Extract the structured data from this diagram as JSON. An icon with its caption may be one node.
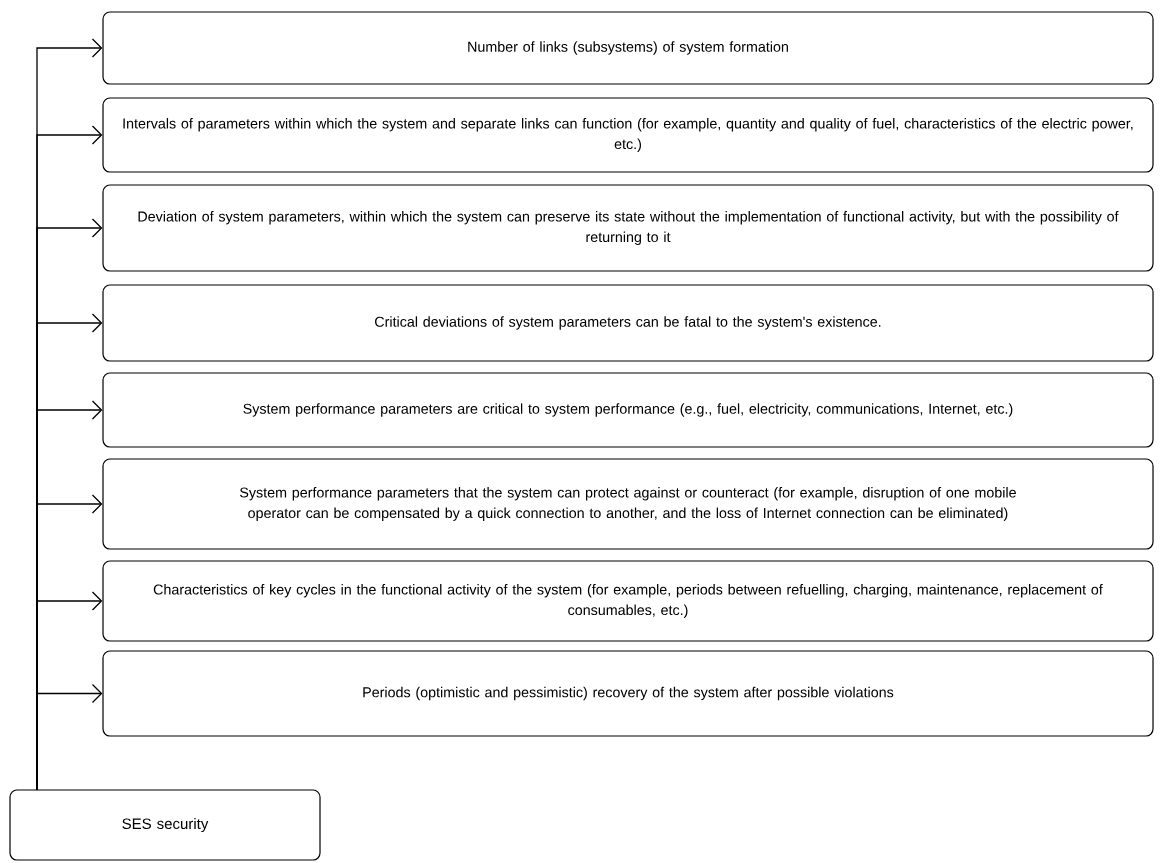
{
  "diagram": {
    "nodes": [
      {
        "text": [
          "Number of links (subsystems) of system formation"
        ]
      },
      {
        "text": [
          "Intervals of parameters within which the system and separate links can function (for example, quantity and quality of fuel, characteristics of the electric power, etc.)"
        ]
      },
      {
        "text": [
          "Deviation of system parameters, within which the system can preserve its state without the implementation of functional activity, but with the possibility of returning to it"
        ]
      },
      {
        "text": [
          "Critical deviations of system parameters can be fatal to the system's existence."
        ]
      },
      {
        "text": [
          "System performance parameters are critical to system performance (e.g., fuel, electricity, communications, Internet, etc.)"
        ]
      },
      {
        "text": [
          "System performance parameters that the system can protect against or counteract (for example, disruption of one mobile operator can be compensated by a quick connection to another, and the loss of Internet connection can be eliminated)"
        ]
      },
      {
        "text": [
          "Characteristics of key cycles in the functional activity of the system (for example, periods between refuelling, charging, maintenance, replacement of consumables, etc.)"
        ]
      },
      {
        "text": [
          "Periods (optimistic and pessimistic) recovery of the system after possible violations"
        ]
      },
      {
        "text": [
          "SES security"
        ]
      }
    ],
    "edges": [
      {
        "from": 8,
        "to": 0,
        "arrow": "to"
      },
      {
        "from": 8,
        "to": 1,
        "arrow": "to"
      },
      {
        "from": 8,
        "to": 2,
        "arrow": "to"
      },
      {
        "from": 8,
        "to": 3,
        "arrow": "to"
      },
      {
        "from": 8,
        "to": 4,
        "arrow": "to"
      },
      {
        "from": 8,
        "to": 5,
        "arrow": "to"
      },
      {
        "from": 8,
        "to": 6,
        "arrow": "to"
      },
      {
        "from": 8,
        "to": 7,
        "arrow": "to"
      }
    ]
  }
}
